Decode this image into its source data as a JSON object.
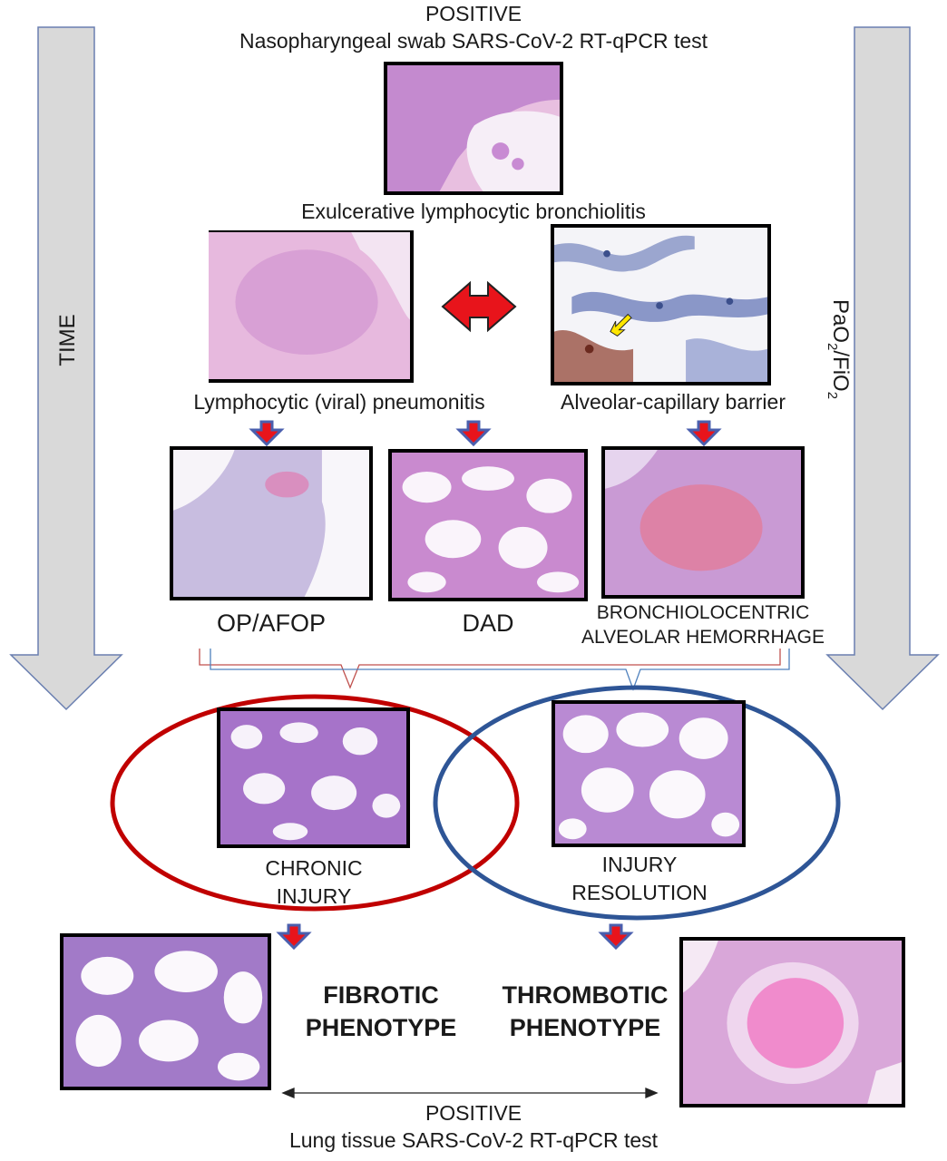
{
  "header": {
    "status": "POSITIVE",
    "test": "Nasopharyngeal swab SARS-CoV-2 RT-qPCR test"
  },
  "footer": {
    "status": "POSITIVE",
    "test": "Lung tissue SARS-CoV-2 RT-qPCR test"
  },
  "side_arrows": {
    "left_label": "TIME",
    "right_label_main": "PaO",
    "right_label_sub1": "2",
    "right_label_mid": "/FiO",
    "right_label_sub2": "2",
    "fill_color": "#d9d9d9",
    "stroke_color": "#6a7fb0"
  },
  "stage1": {
    "caption": "Exulcerative lymphocytic bronchiolitis"
  },
  "stage2": {
    "left_caption": "Lymphocytic (viral) pneumonitis",
    "right_caption": "Alveolar-capillary barrier"
  },
  "stage3": {
    "left_caption": "OP/AFOP",
    "center_caption": "DAD",
    "right_caption_line1": "BRONCHIOLOCENTRIC",
    "right_caption_line2": "ALVEOLAR HEMORRHAGE"
  },
  "stage4": {
    "left_caption_line1": "CHRONIC",
    "left_caption_line2": "INJURY",
    "right_caption_line1": "INJURY",
    "right_caption_line2": "RESOLUTION",
    "left_ellipse_color": "#c00000",
    "right_ellipse_color": "#2e5596"
  },
  "stage5": {
    "left_label_line1": "FIBROTIC",
    "left_label_line2": "PHENOTYPE",
    "right_label_line1": "THROMBOTIC",
    "right_label_line2": "PHENOTYPE"
  },
  "colors": {
    "arrow_red": "#e8141b",
    "arrow_blue": "#4a5fae",
    "stain_pink": "#e3b6dc",
    "stain_purple": "#a35fc4",
    "ihc_brown": "#8b3a2a",
    "ihc_blue": "#3c4f8c",
    "pointer_yellow": "#ffe600"
  }
}
